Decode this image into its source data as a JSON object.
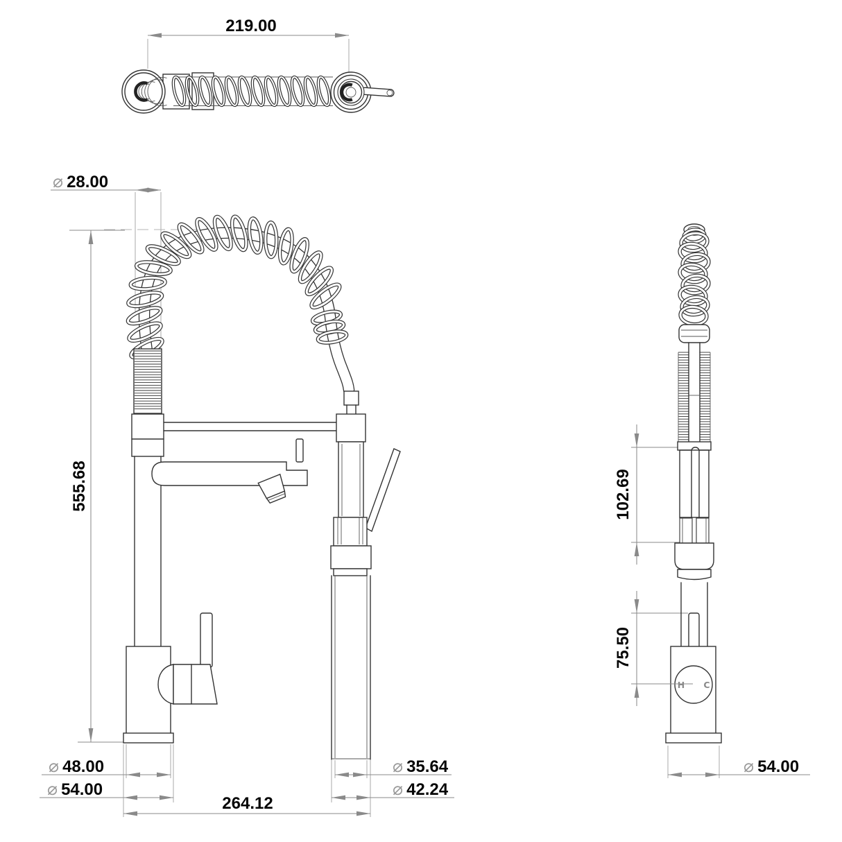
{
  "page": {
    "background": "#ffffff",
    "description": "technical dimension drawing of pull-down spring kitchen faucet, three orthographic views"
  },
  "colors": {
    "edge": "#333333",
    "dimension": "#8a8a8a",
    "text": "#060606",
    "diameter_symbol": "#9a9a9a"
  },
  "views": {
    "top": {
      "dim_span": {
        "prefix": "",
        "value": "219.00"
      }
    },
    "front": {
      "dim_spring_od": {
        "prefix": "⌀",
        "value": "28.00"
      },
      "dim_height": {
        "value": "555.68"
      },
      "dim_body_od": {
        "prefix": "⌀",
        "value": "48.00"
      },
      "dim_base_od": {
        "prefix": "⌀",
        "value": "54.00"
      },
      "dim_reach": {
        "value": "264.12"
      },
      "dim_spray_inner": {
        "prefix": "⌀",
        "value": "35.64"
      },
      "dim_spray_outer": {
        "prefix": "⌀",
        "value": "42.24"
      }
    },
    "side": {
      "dim_spray_head_length": {
        "value": "102.69"
      },
      "dim_handle_height": {
        "value": "75.50"
      },
      "dim_base_od": {
        "prefix": "⌀",
        "value": "54.00"
      },
      "hot_label": "H",
      "cold_label": "C"
    }
  }
}
